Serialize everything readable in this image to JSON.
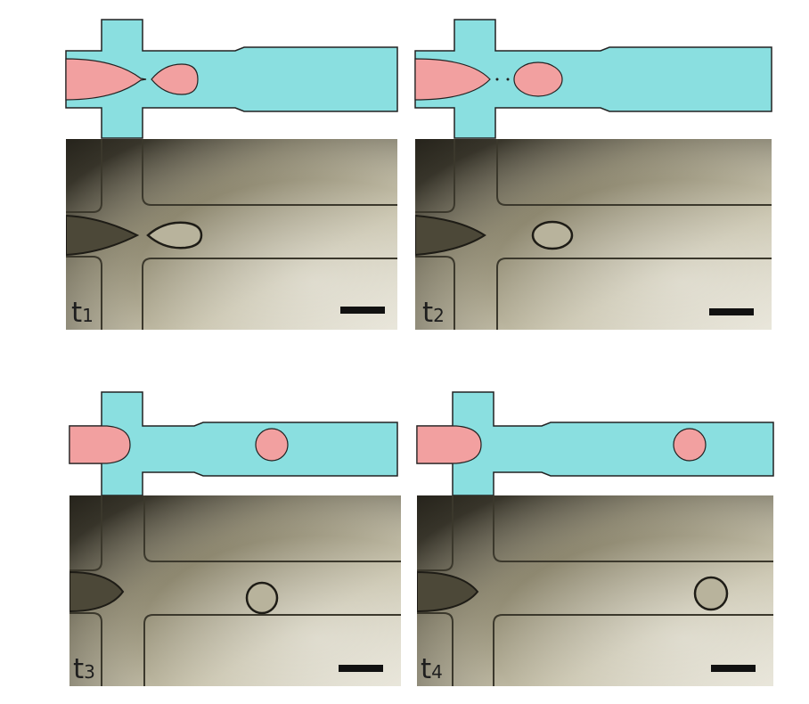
{
  "figure": {
    "description_free": true,
    "colors": {
      "channel_fluid": "#8adfe0",
      "dispersed_fluid": "#f2a0a0",
      "outline": "#222222",
      "photo_dark": "#2f2c22",
      "photo_mid": "#8f8a72",
      "photo_light": "#dcd8c8"
    },
    "panels": [
      {
        "id": "t1",
        "time_label": {
          "main": "t",
          "sub": "1"
        },
        "stage": "pinch-off"
      },
      {
        "id": "t2",
        "time_label": {
          "main": "t",
          "sub": "2"
        },
        "stage": "droplet-released"
      },
      {
        "id": "t3",
        "time_label": {
          "main": "t",
          "sub": "3"
        },
        "stage": "droplet-downstream"
      },
      {
        "id": "t4",
        "time_label": {
          "main": "t",
          "sub": "4"
        },
        "stage": "droplet-further-downstream"
      }
    ]
  }
}
